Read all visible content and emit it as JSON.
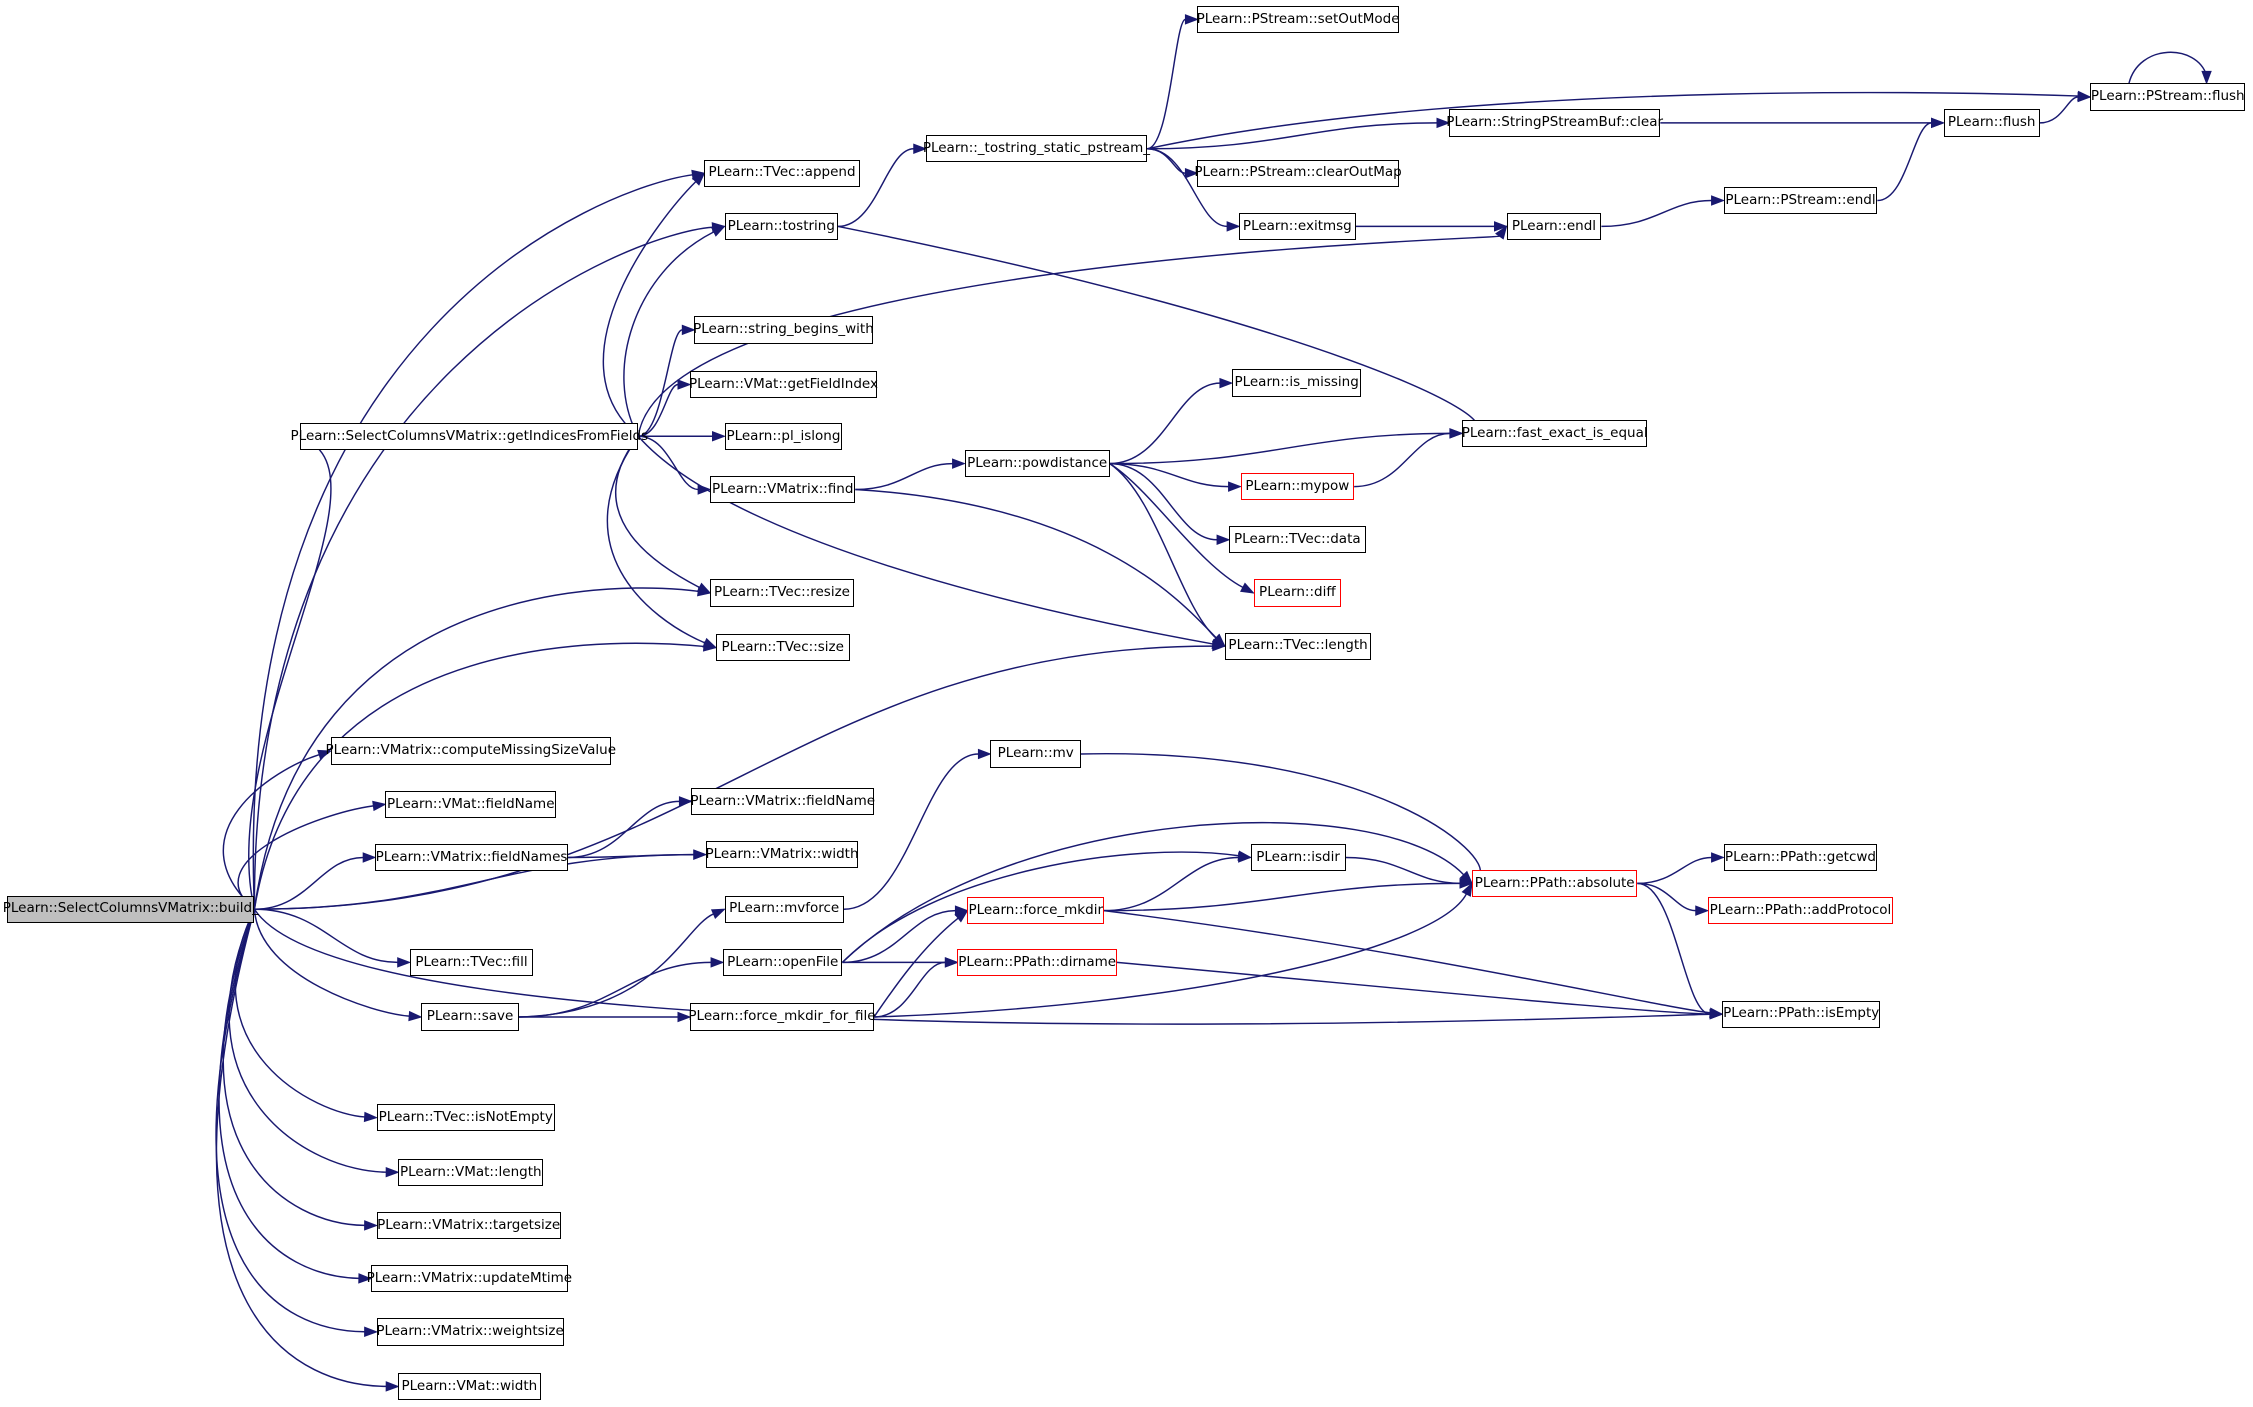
{
  "graph": {
    "colors": {
      "edge": "#191970",
      "node_border": "#000000",
      "truncated_border": "#ff0000",
      "root_fill": "#bfbfbf"
    },
    "nodes": {
      "root": {
        "label": "PLearn::SelectColumnsVMatrix::build_",
        "style": "root"
      },
      "getIndicesFromFields": {
        "label": "PLearn::SelectColumnsVMatrix::getIndicesFromFields",
        "style": "normal"
      },
      "tvec_append": {
        "label": "PLearn::TVec::append",
        "style": "normal"
      },
      "tostring": {
        "label": "PLearn::tostring",
        "style": "normal"
      },
      "string_begins_with": {
        "label": "PLearn::string_begins_with",
        "style": "normal"
      },
      "vmat_getFieldIndex": {
        "label": "PLearn::VMat::getFieldIndex",
        "style": "normal"
      },
      "pl_islong": {
        "label": "PLearn::pl_islong",
        "style": "normal"
      },
      "vmatrix_find": {
        "label": "PLearn::VMatrix::find",
        "style": "normal"
      },
      "tvec_resize": {
        "label": "PLearn::TVec::resize",
        "style": "normal"
      },
      "tvec_size": {
        "label": "PLearn::TVec::size",
        "style": "normal"
      },
      "tostring_static": {
        "label": "PLearn::_tostring_static_pstream_",
        "style": "normal"
      },
      "setOutMode": {
        "label": "PLearn::PStream::setOutMode",
        "style": "normal"
      },
      "stringbuf_clear": {
        "label": "PLearn::StringPStreamBuf::clear",
        "style": "normal"
      },
      "clearOutMap": {
        "label": "PLearn::PStream::clearOutMap",
        "style": "normal"
      },
      "exitmsg": {
        "label": "PLearn::exitmsg",
        "style": "normal"
      },
      "endl": {
        "label": "PLearn::endl",
        "style": "normal"
      },
      "pstream_endl": {
        "label": "PLearn::PStream::endl",
        "style": "normal"
      },
      "flush": {
        "label": "PLearn::flush",
        "style": "normal"
      },
      "pstream_flush": {
        "label": "PLearn::PStream::flush",
        "style": "normal"
      },
      "powdistance": {
        "label": "PLearn::powdistance",
        "style": "normal"
      },
      "is_missing": {
        "label": "PLearn::is_missing",
        "style": "normal"
      },
      "fast_exact_is_equal": {
        "label": "PLearn::fast_exact_is_equal",
        "style": "normal"
      },
      "mypow": {
        "label": "PLearn::mypow",
        "style": "truncated"
      },
      "tvec_data": {
        "label": "PLearn::TVec::data",
        "style": "normal"
      },
      "diff": {
        "label": "PLearn::diff",
        "style": "truncated"
      },
      "tvec_length": {
        "label": "PLearn::TVec::length",
        "style": "normal"
      },
      "computeMissingSizeValue": {
        "label": "PLearn::VMatrix::computeMissingSizeValue",
        "style": "normal"
      },
      "vmat_fieldName": {
        "label": "PLearn::VMat::fieldName",
        "style": "normal"
      },
      "vmatrix_fieldName": {
        "label": "PLearn::VMatrix::fieldName",
        "style": "normal"
      },
      "vmatrix_fieldNames": {
        "label": "PLearn::VMatrix::fieldNames",
        "style": "normal"
      },
      "vmatrix_width": {
        "label": "PLearn::VMatrix::width",
        "style": "normal"
      },
      "mv": {
        "label": "PLearn::mv",
        "style": "normal"
      },
      "mvforce": {
        "label": "PLearn::mvforce",
        "style": "normal"
      },
      "tvec_fill": {
        "label": "PLearn::TVec::fill",
        "style": "normal"
      },
      "openFile": {
        "label": "PLearn::openFile",
        "style": "normal"
      },
      "save": {
        "label": "PLearn::save",
        "style": "normal"
      },
      "force_mkdir_for_file": {
        "label": "PLearn::force_mkdir_for_file",
        "style": "normal"
      },
      "isdir": {
        "label": "PLearn::isdir",
        "style": "normal"
      },
      "force_mkdir": {
        "label": "PLearn::force_mkdir",
        "style": "truncated"
      },
      "dirname": {
        "label": "PLearn::PPath::dirname",
        "style": "truncated"
      },
      "absolute": {
        "label": "PLearn::PPath::absolute",
        "style": "truncated"
      },
      "getcwd": {
        "label": "PLearn::PPath::getcwd",
        "style": "normal"
      },
      "addProtocol": {
        "label": "PLearn::PPath::addProtocol",
        "style": "truncated"
      },
      "isEmpty": {
        "label": "PLearn::PPath::isEmpty",
        "style": "normal"
      },
      "isNotEmpty": {
        "label": "PLearn::TVec::isNotEmpty",
        "style": "normal"
      },
      "vmat_length": {
        "label": "PLearn::VMat::length",
        "style": "normal"
      },
      "targetsize": {
        "label": "PLearn::VMatrix::targetsize",
        "style": "normal"
      },
      "updateMtime": {
        "label": "PLearn::VMatrix::updateMtime",
        "style": "normal"
      },
      "weightsize": {
        "label": "PLearn::VMatrix::weightsize",
        "style": "normal"
      },
      "vmat_width": {
        "label": "PLearn::VMat::width",
        "style": "normal"
      }
    },
    "edges": [
      [
        "root",
        "getIndicesFromFields"
      ],
      [
        "root",
        "tvec_append"
      ],
      [
        "root",
        "tostring"
      ],
      [
        "root",
        "tvec_resize"
      ],
      [
        "root",
        "tvec_size"
      ],
      [
        "root",
        "tvec_length"
      ],
      [
        "root",
        "computeMissingSizeValue"
      ],
      [
        "root",
        "vmat_fieldName"
      ],
      [
        "root",
        "vmatrix_fieldNames"
      ],
      [
        "root",
        "vmatrix_width"
      ],
      [
        "root",
        "tvec_fill"
      ],
      [
        "root",
        "save"
      ],
      [
        "root",
        "isEmpty"
      ],
      [
        "root",
        "isNotEmpty"
      ],
      [
        "root",
        "vmat_length"
      ],
      [
        "root",
        "targetsize"
      ],
      [
        "root",
        "updateMtime"
      ],
      [
        "root",
        "weightsize"
      ],
      [
        "root",
        "vmat_width"
      ],
      [
        "getIndicesFromFields",
        "tvec_append"
      ],
      [
        "getIndicesFromFields",
        "tostring"
      ],
      [
        "getIndicesFromFields",
        "string_begins_with"
      ],
      [
        "getIndicesFromFields",
        "vmat_getFieldIndex"
      ],
      [
        "getIndicesFromFields",
        "pl_islong"
      ],
      [
        "getIndicesFromFields",
        "vmatrix_find"
      ],
      [
        "getIndicesFromFields",
        "tvec_resize"
      ],
      [
        "getIndicesFromFields",
        "tvec_size"
      ],
      [
        "getIndicesFromFields",
        "tvec_length"
      ],
      [
        "getIndicesFromFields",
        "endl"
      ],
      [
        "tostring",
        "tostring_static"
      ],
      [
        "tostring",
        "fast_exact_is_equal"
      ],
      [
        "tostring_static",
        "setOutMode"
      ],
      [
        "tostring_static",
        "pstream_flush"
      ],
      [
        "tostring_static",
        "stringbuf_clear"
      ],
      [
        "tostring_static",
        "clearOutMap"
      ],
      [
        "tostring_static",
        "exitmsg"
      ],
      [
        "stringbuf_clear",
        "flush"
      ],
      [
        "exitmsg",
        "endl"
      ],
      [
        "endl",
        "pstream_endl"
      ],
      [
        "pstream_endl",
        "flush"
      ],
      [
        "flush",
        "pstream_flush"
      ],
      [
        "pstream_flush",
        "pstream_flush"
      ],
      [
        "vmatrix_find",
        "powdistance"
      ],
      [
        "vmatrix_find",
        "tvec_length"
      ],
      [
        "powdistance",
        "is_missing"
      ],
      [
        "powdistance",
        "fast_exact_is_equal"
      ],
      [
        "powdistance",
        "mypow"
      ],
      [
        "powdistance",
        "tvec_data"
      ],
      [
        "powdistance",
        "diff"
      ],
      [
        "powdistance",
        "tvec_length"
      ],
      [
        "mypow",
        "fast_exact_is_equal"
      ],
      [
        "vmatrix_fieldNames",
        "vmatrix_fieldName"
      ],
      [
        "vmatrix_fieldNames",
        "vmatrix_width"
      ],
      [
        "save",
        "openFile"
      ],
      [
        "save",
        "mvforce"
      ],
      [
        "save",
        "force_mkdir_for_file"
      ],
      [
        "mvforce",
        "mv"
      ],
      [
        "mv",
        "absolute"
      ],
      [
        "openFile",
        "absolute"
      ],
      [
        "openFile",
        "isdir"
      ],
      [
        "openFile",
        "force_mkdir"
      ],
      [
        "openFile",
        "dirname"
      ],
      [
        "force_mkdir_for_file",
        "force_mkdir"
      ],
      [
        "force_mkdir_for_file",
        "dirname"
      ],
      [
        "force_mkdir_for_file",
        "absolute"
      ],
      [
        "force_mkdir",
        "isdir"
      ],
      [
        "force_mkdir",
        "absolute"
      ],
      [
        "force_mkdir",
        "isEmpty"
      ],
      [
        "isdir",
        "absolute"
      ],
      [
        "dirname",
        "isEmpty"
      ],
      [
        "absolute",
        "getcwd"
      ],
      [
        "absolute",
        "addProtocol"
      ],
      [
        "absolute",
        "isEmpty"
      ]
    ]
  }
}
